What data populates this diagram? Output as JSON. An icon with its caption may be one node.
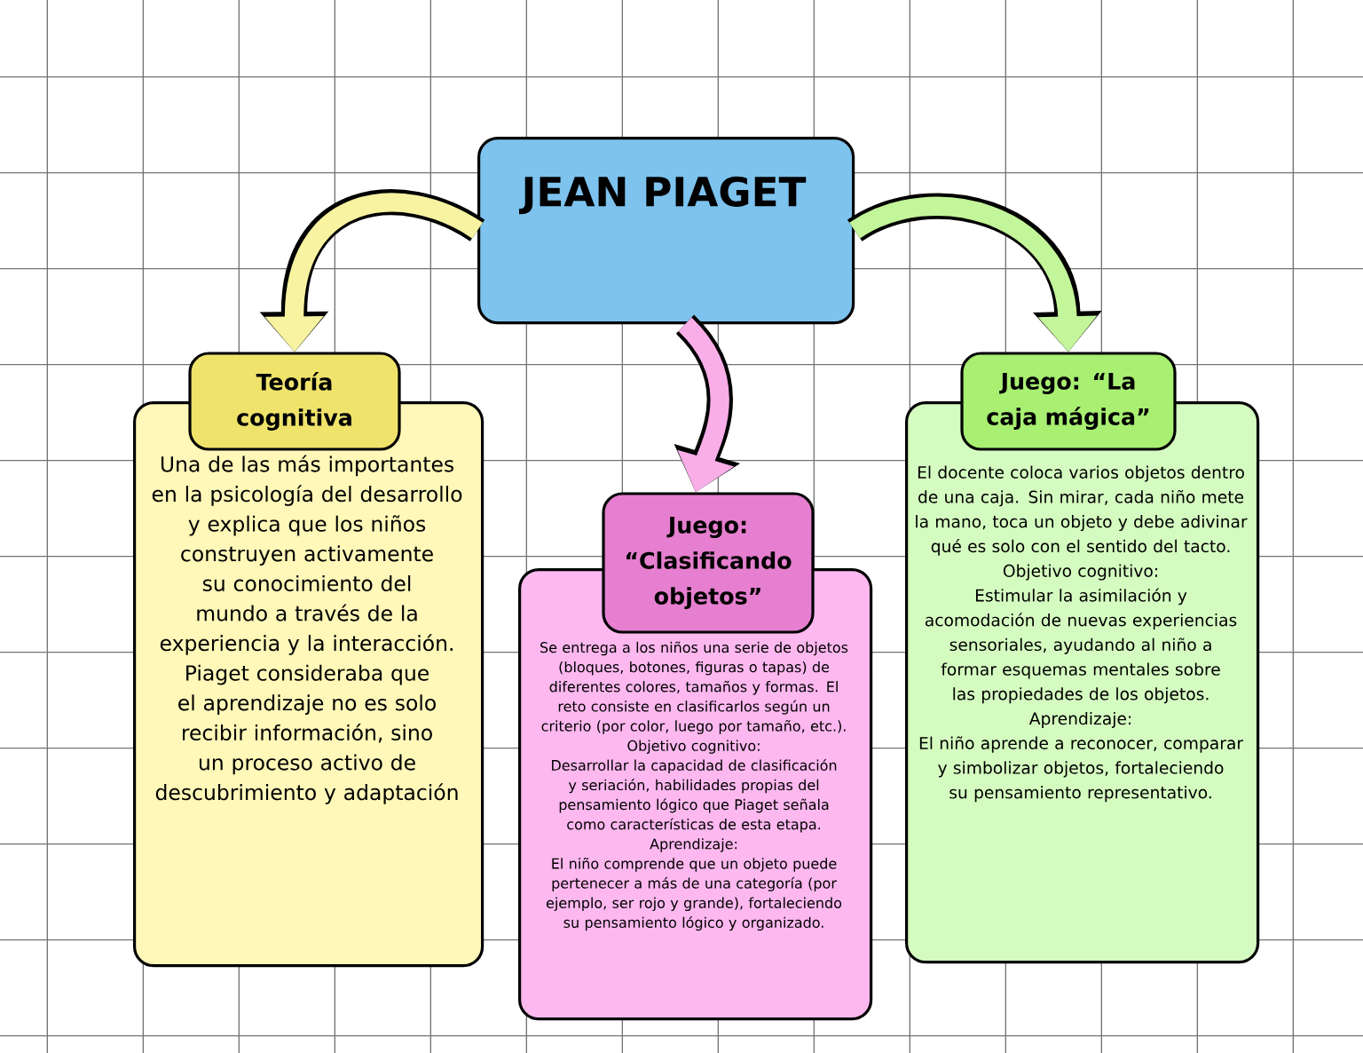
{
  "diagram": {
    "nodes": [
      {
        "text": [
          "JEAN PIAGET"
        ]
      },
      {
        "text": [
          "Teoría cognitiva"
        ]
      },
      {
        "text": [
          "Una de las más importantes en la psicología del desarrollo y explica que los niños construyen activamente su conocimiento del mundo a través de la experiencia y la interacción. Piaget consideraba que el aprendizaje no es solo recibir información, sino un proceso activo de descubrimiento y adaptación"
        ]
      },
      {
        "text": [
          "Juego: “Clasificando objetos”"
        ]
      },
      {
        "text": [
          "Se entrega a los niños una serie de objetos (bloques, botones, figuras o tapas) de diferentes colores, tamaños y formas. El reto consiste en clasificarlos según un criterio (por color, luego por tamaño, etc.).",
          "Objetivo cognitivo:",
          "Desarrollar la capacidad de clasificación y seriación, habilidades propias del pensamiento lógico que Piaget señala como características de esta etapa.",
          "Aprendizaje:",
          "El niño comprende que un objeto puede pertenecer a más de una categoría (por ejemplo, ser rojo y grande), fortaleciendo su pensamiento lógico y organizado."
        ]
      },
      {
        "text": [
          "Juego: “La caja mágica”"
        ]
      },
      {
        "text": [
          "El docente coloca varios objetos dentro de una caja. Sin mirar, cada niño mete la mano, toca un objeto y debe adivinar qué es solo con el sentido del tacto.",
          "Objetivo cognitivo:",
          "Estimular la asimilación y acomodación de nuevas experiencias sensoriales, ayudando al niño a formar esquemas mentales sobre las propiedades de los objetos.",
          "Aprendizaje:",
          "El niño aprende a reconocer, comparar y simbolizar objetos, fortaleciendo su pensamiento representativo."
        ]
      }
    ],
    "edges": [
      {
        "from": 0,
        "to": 1,
        "arrow": "to",
        "color": "#f7f3a0"
      },
      {
        "from": 0,
        "to": 3,
        "arrow": "to",
        "color": "#f9aee8"
      },
      {
        "from": 0,
        "to": 5,
        "arrow": "to",
        "color": "#c3f59a"
      }
    ]
  }
}
